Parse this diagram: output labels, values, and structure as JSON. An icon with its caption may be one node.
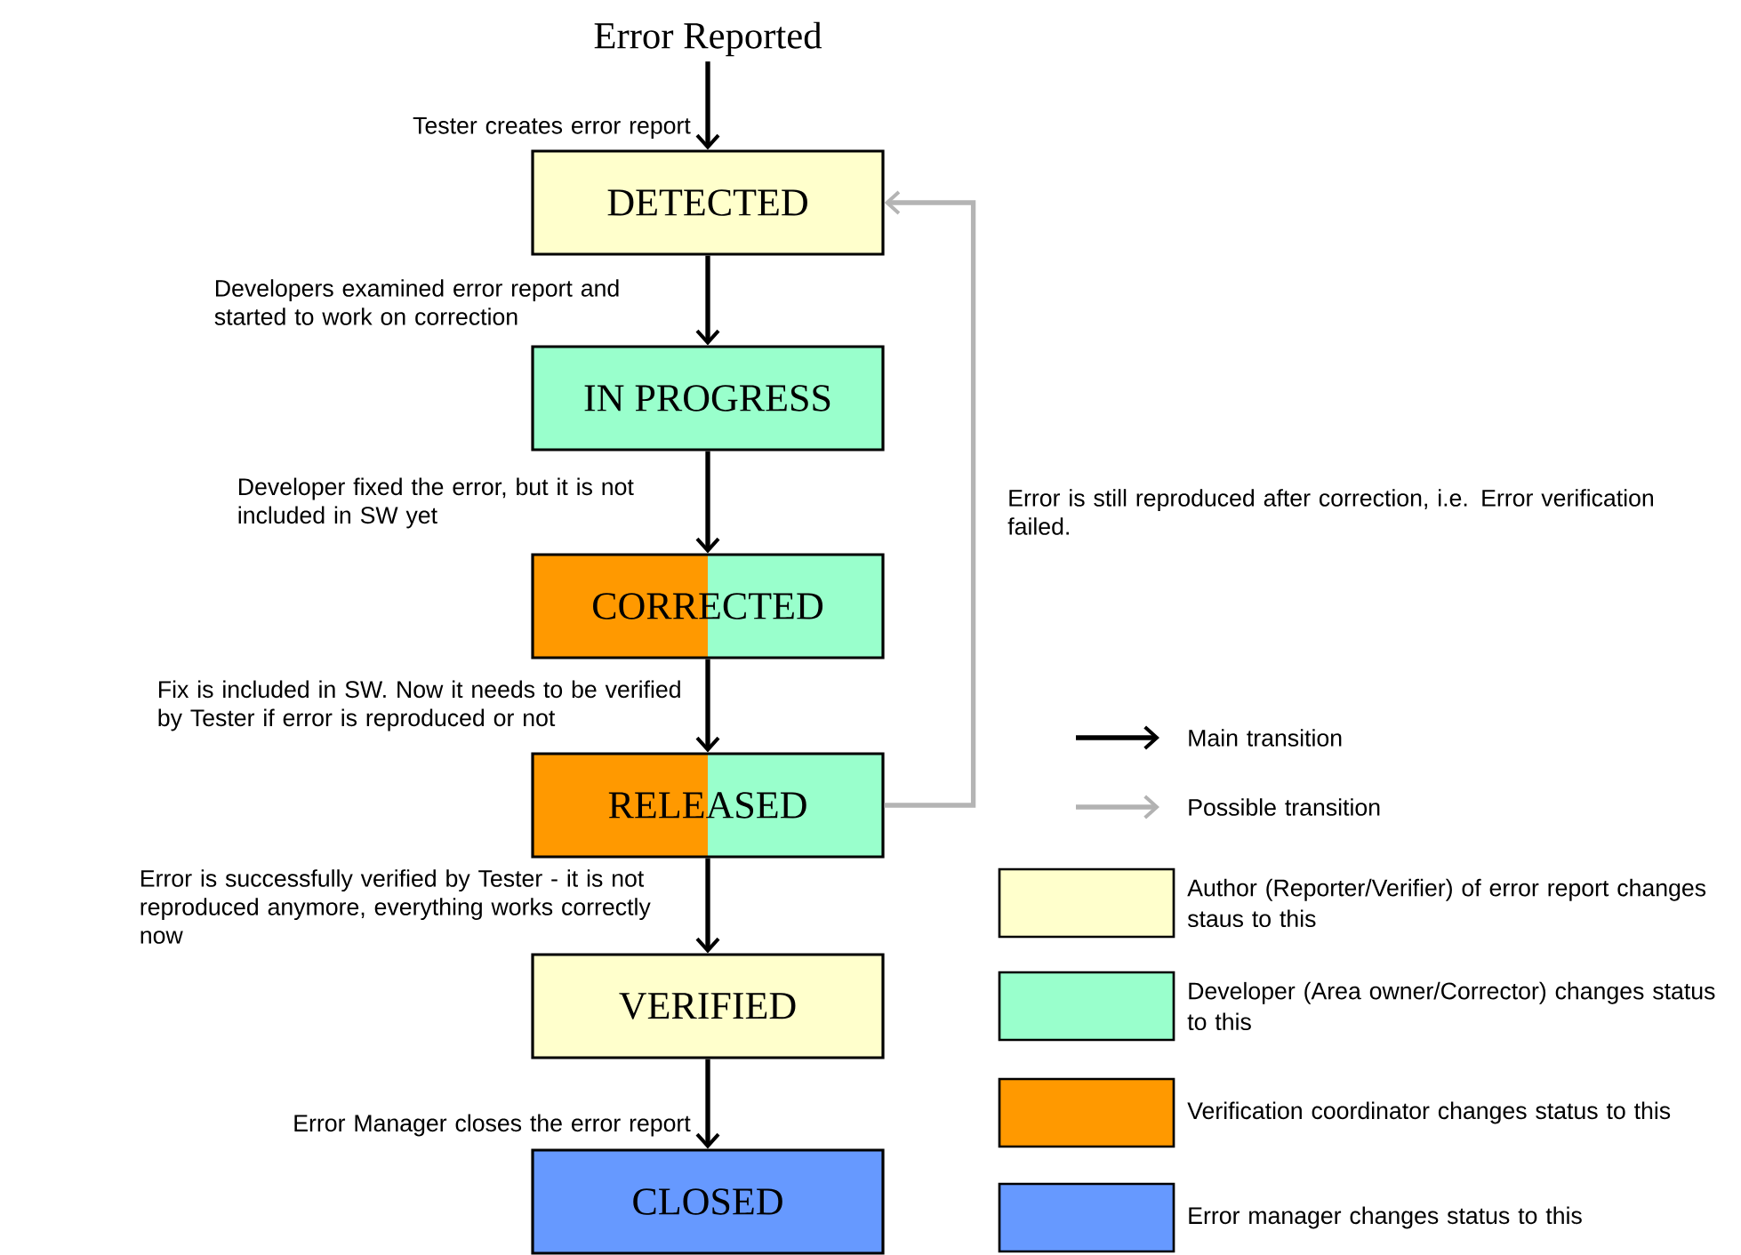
{
  "diagram": {
    "nodes": [
      {
        "text": [
          "Error Reported"
        ]
      },
      {
        "text": [
          "DETECTED"
        ]
      },
      {
        "text": [
          "IN PROGRESS"
        ]
      },
      {
        "text": [
          "CORRECTED"
        ]
      },
      {
        "text": [
          "RELEASED"
        ]
      },
      {
        "text": [
          "VERIFIED"
        ]
      },
      {
        "text": [
          "CLOSED"
        ]
      }
    ],
    "edges": [
      {
        "from": 0,
        "to": 1,
        "arrow": "to",
        "label": "Tester creates error report"
      },
      {
        "from": 1,
        "to": 2,
        "arrow": "to",
        "label": "Developers examined error report and started to work on correction"
      },
      {
        "from": 2,
        "to": 3,
        "arrow": "to",
        "label": "Developer fixed the error, but it is not included in SW yet"
      },
      {
        "from": 3,
        "to": 4,
        "arrow": "to",
        "label": "Fix is included in SW. Now it needs to be verified by Tester if error is reproduced or not"
      },
      {
        "from": 4,
        "to": 5,
        "arrow": "to",
        "label": "Error is successfully verified by Tester - it is not reproduced anymore, everything works correctly now"
      },
      {
        "from": 5,
        "to": 6,
        "arrow": "to",
        "label": "Error Manager closes the error report"
      },
      {
        "from": 4,
        "to": 1,
        "arrow": "to",
        "color": "#b4b4b4",
        "label": "Error is still reproduced after correction, i.e. Error verification failed."
      }
    ],
    "legend": [
      {
        "text": "Main transition"
      },
      {
        "text": "Possible transition"
      },
      {
        "text": "Author (Reporter/Verifier) of error report changes staus to this",
        "color": "#ffffcc"
      },
      {
        "text": "Developer (Area owner/Corrector) changes status to this",
        "color": "#99ffcc"
      },
      {
        "text": "Verification coordinator changes status to this",
        "color": "#ff9900"
      },
      {
        "text": "Error manager changes status to this",
        "color": "#6699ff"
      }
    ]
  }
}
